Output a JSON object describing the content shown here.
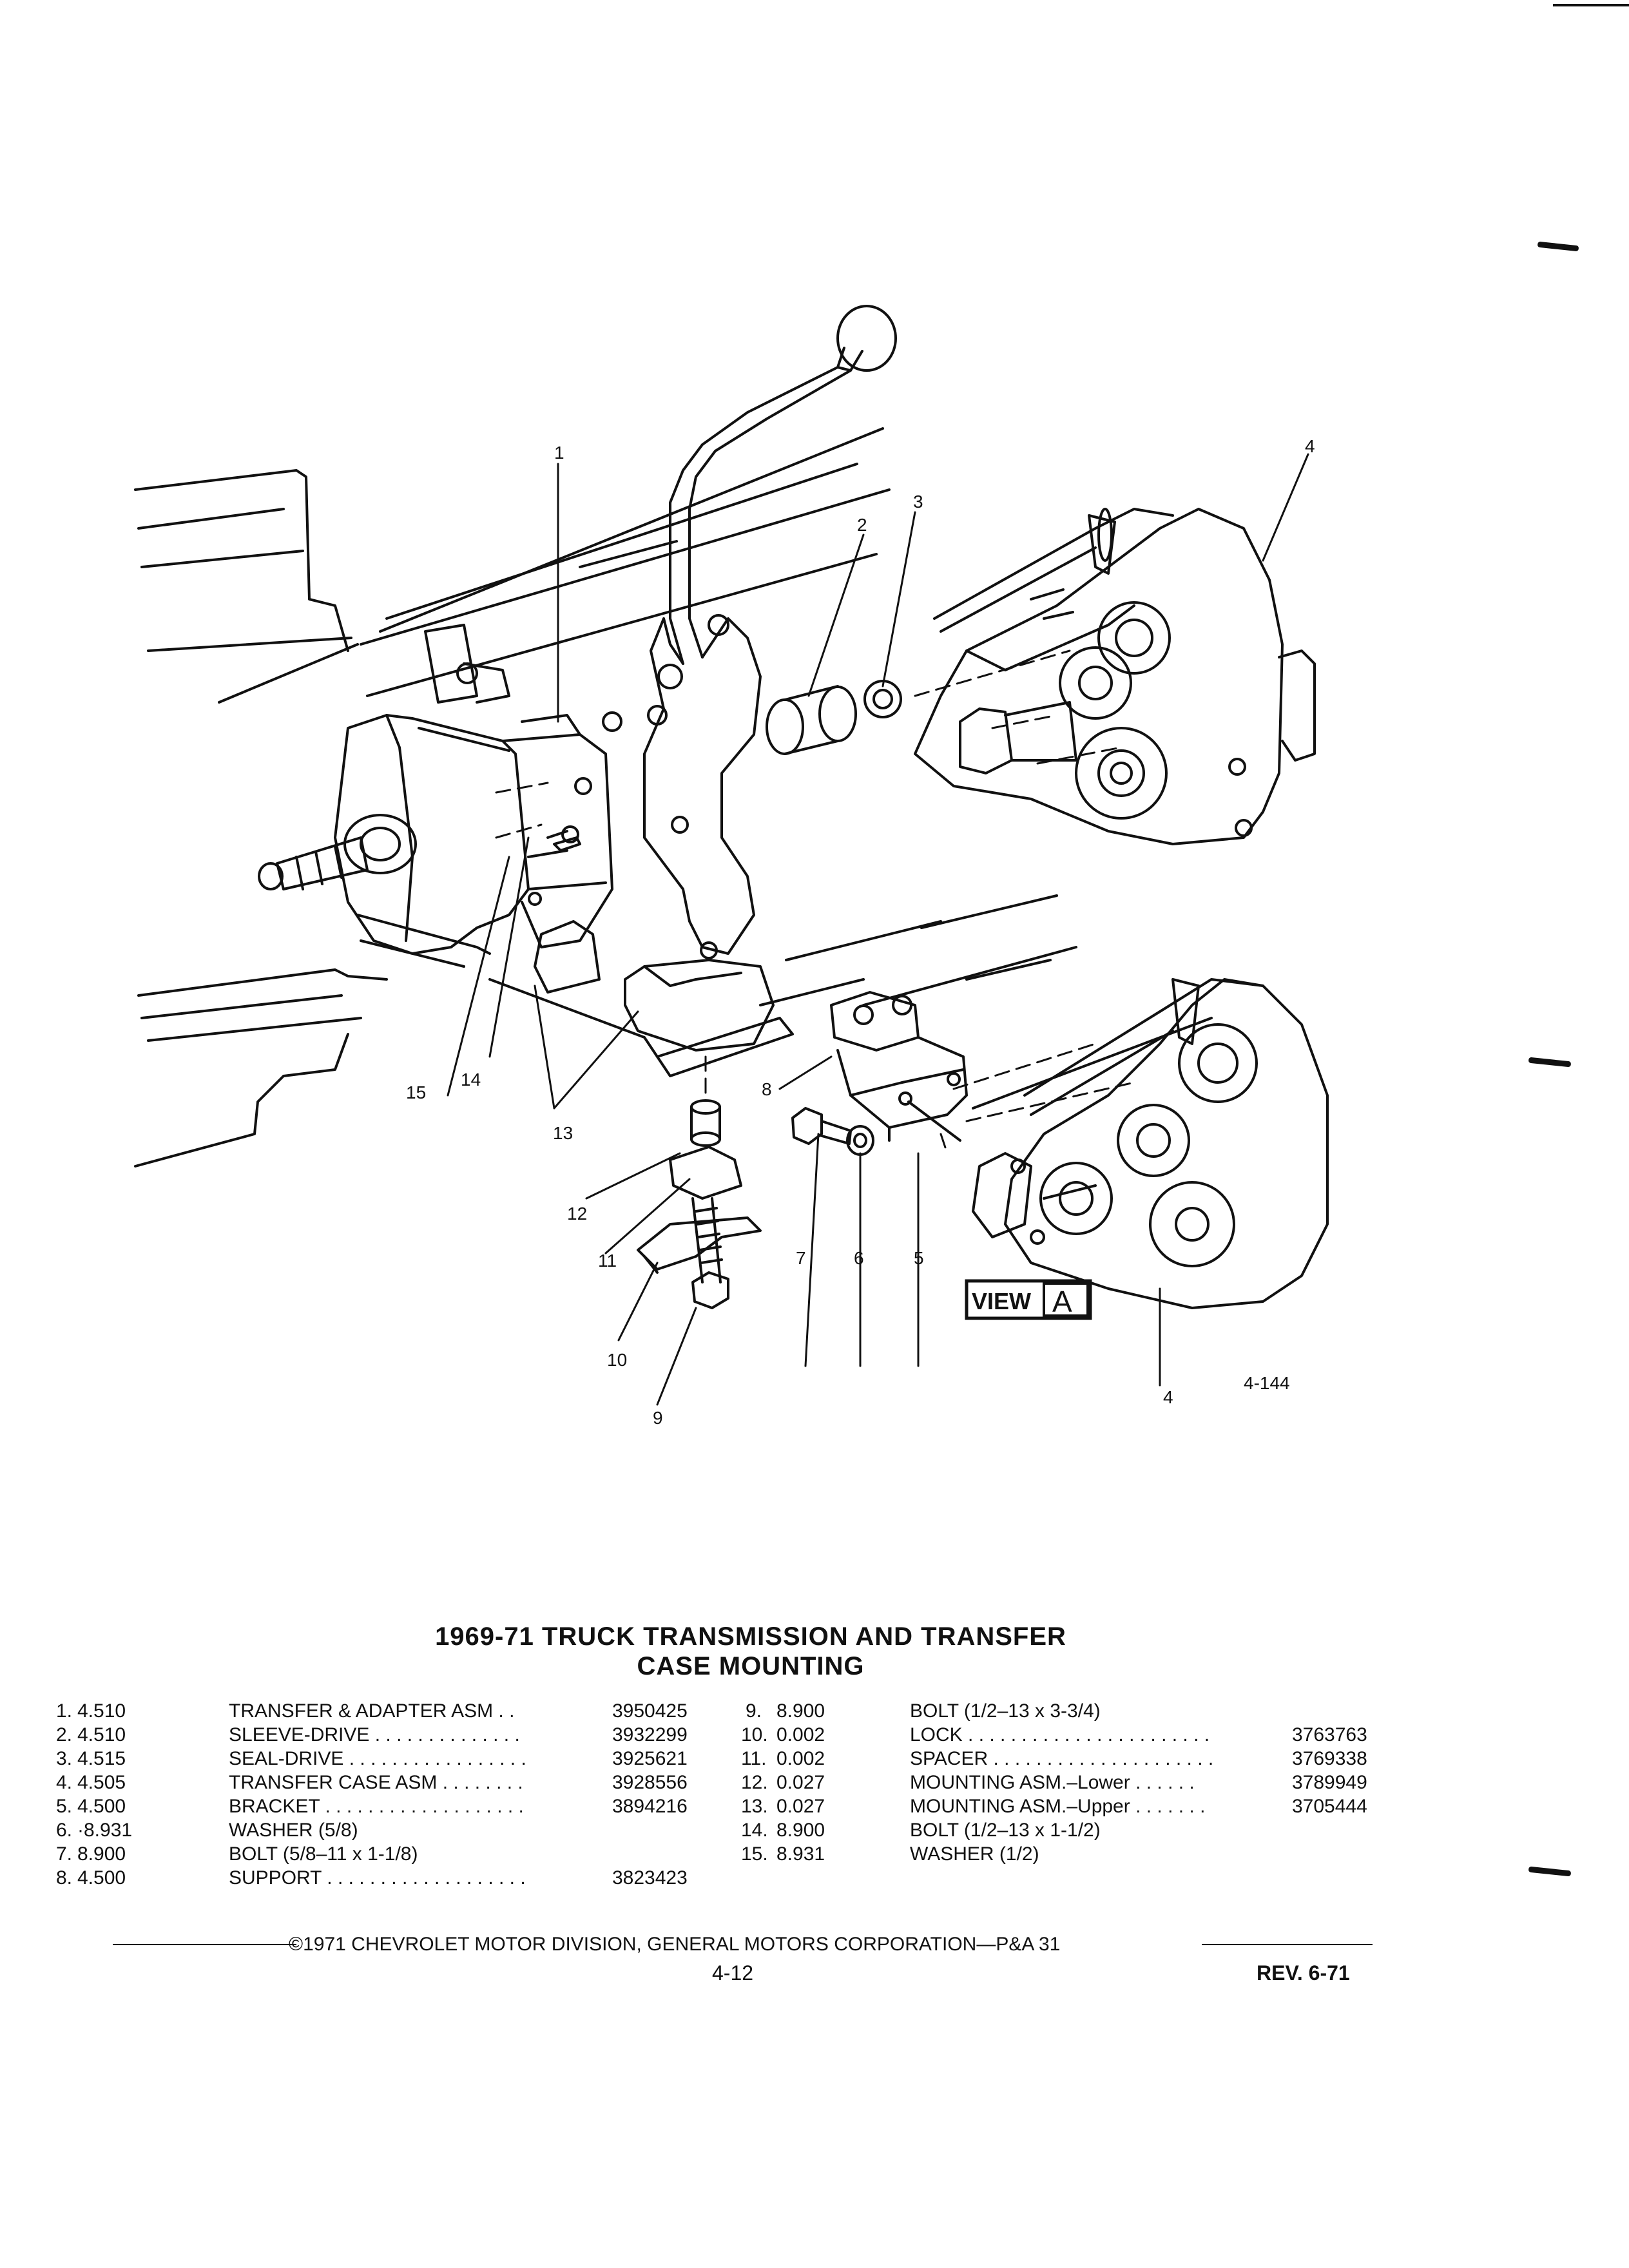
{
  "figure": {
    "callouts": [
      "1",
      "2",
      "3",
      "4",
      "4",
      "5",
      "6",
      "7",
      "8",
      "9",
      "10",
      "11",
      "12",
      "13",
      "14",
      "15"
    ],
    "view_label": "VIEW",
    "view_letter": "A",
    "figure_number": "4-144"
  },
  "title": {
    "line1": "1969-71 TRUCK TRANSMISSION AND TRANSFER",
    "line2": "CASE MOUNTING"
  },
  "parts_left": [
    {
      "no": "1.",
      "group": "4.510",
      "desc": "TRANSFER & ADAPTER ASM . .",
      "part": "3950425"
    },
    {
      "no": "2.",
      "group": "4.510",
      "desc": "SLEEVE-DRIVE . . . . . . . . . . . . . .",
      "part": "3932299"
    },
    {
      "no": "3.",
      "group": "4.515",
      "desc": "SEAL-DRIVE . . . . . . . . . . . . . . . . .",
      "part": "3925621"
    },
    {
      "no": "4.",
      "group": "4.505",
      "desc": "TRANSFER CASE ASM . . . . . . . .",
      "part": "3928556"
    },
    {
      "no": "5.",
      "group": "4.500",
      "desc": "BRACKET . . . . . . . . . . . . . . . . . . .",
      "part": "3894216"
    },
    {
      "no": "6.",
      "group": "·8.931",
      "desc": "WASHER (5/8)",
      "part": ""
    },
    {
      "no": "7.",
      "group": "8.900",
      "desc": "BOLT (5/8–11 x 1-1/8)",
      "part": ""
    },
    {
      "no": "8.",
      "group": "4.500",
      "desc": "SUPPORT . . . . . . . . . . . . . . . . . . .",
      "part": "3823423"
    }
  ],
  "parts_right": [
    {
      "no": "9.",
      "group": "8.900",
      "desc": "BOLT (1/2–13 x 3-3/4)",
      "part": ""
    },
    {
      "no": "10.",
      "group": "0.002",
      "desc": "LOCK . . . . . . . . . . . . . . . . . . . . . . .",
      "part": "3763763"
    },
    {
      "no": "11.",
      "group": "0.002",
      "desc": "SPACER . . . . . . . . . . . . . . . . . . . . .",
      "part": "3769338"
    },
    {
      "no": "12.",
      "group": "0.027",
      "desc": "MOUNTING ASM.–Lower . . . . . .",
      "part": "3789949"
    },
    {
      "no": "13.",
      "group": "0.027",
      "desc": "MOUNTING ASM.–Upper . . . . . . .",
      "part": "3705444"
    },
    {
      "no": "14.",
      "group": "8.900",
      "desc": "BOLT (1/2–13 x 1-1/2)",
      "part": ""
    },
    {
      "no": "15.",
      "group": "8.931",
      "desc": "WASHER (1/2)",
      "part": ""
    }
  ],
  "footer": {
    "copyright": "©1971 CHEVROLET MOTOR DIVISION, GENERAL MOTORS CORPORATION—P&A 31",
    "page": "4-12",
    "revision": "REV. 6-71"
  }
}
